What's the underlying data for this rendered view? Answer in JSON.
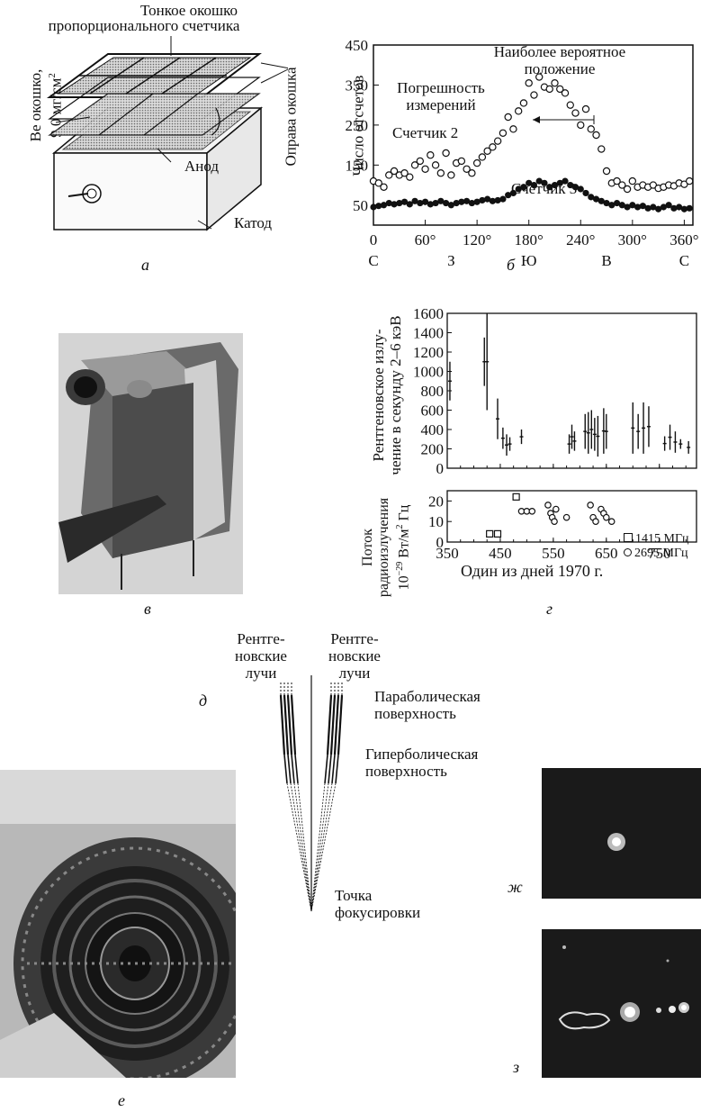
{
  "panel_a": {
    "caption": "а",
    "label_window_line1": "Тонкое окошко",
    "label_window_line2": "пропорционального счетчика",
    "label_be_window_line1": "Ве окошко,",
    "label_be_window_line2": "9.0 мг/см",
    "label_be_window_sup": "2",
    "label_frame": "Оправа окошка",
    "label_anode": "Анод",
    "label_cathode": "Катод"
  },
  "panel_b": {
    "caption": "б",
    "ylabel": "Число отсчетов",
    "annotation_most_probable_line1": "Наиболее вероятное",
    "annotation_most_probable_line2": "положение",
    "annotation_error_line1": "Погрешность",
    "annotation_error_line2": "измерений",
    "annotation_counter2": "Счетчик 2",
    "annotation_counter3": "Счетчик 3",
    "direction_labels": [
      "С",
      "З",
      "Ю",
      "В",
      "С"
    ]
  },
  "panel_v": {
    "caption": "в"
  },
  "panel_g": {
    "caption": "г",
    "top_ylabel_line1": "Рентгеновское излу-",
    "top_ylabel_line2": "чение в секунду 2–6 кэВ",
    "bottom_ylabel_line1": "Поток",
    "bottom_ylabel_line2": "радиоизлучения",
    "bottom_ylabel_line3": "10",
    "bottom_ylabel_sup": "−29",
    "bottom_ylabel_line3b": " Вт/м",
    "bottom_ylabel_sup2": "2",
    "bottom_ylabel_line3c": " Гц",
    "xlabel": "Один из дней 1970 г.",
    "legend_square": "1415 МГц",
    "legend_circle": "2695 МГц"
  },
  "panel_d": {
    "caption": "д",
    "rays_left_line1": "Рентге-",
    "rays_left_line2": "новские",
    "rays_left_line3": "лучи",
    "rays_right_line1": "Рентге-",
    "rays_right_line2": "новские",
    "rays_right_line3": "лучи",
    "parabolic_line1": "Параболическая",
    "parabolic_line2": "поверхность",
    "hyperbolic_line1": "Гиперболическая",
    "hyperbolic_line2": "поверхность",
    "focus_line1": "Точка",
    "focus_line2": "фокусировки"
  },
  "panel_e": {
    "caption": "е"
  },
  "panel_zh": {
    "caption": "ж"
  },
  "panel_z": {
    "caption": "з"
  },
  "chart_data": [
    {
      "type": "scatter",
      "title": "",
      "xlabel": "",
      "ylabel": "Число отсчетов",
      "xlim": [
        0,
        370
      ],
      "ylim": [
        0,
        450
      ],
      "xticks": [
        0,
        60,
        120,
        180,
        240,
        300,
        360
      ],
      "xtick_labels": [
        "0",
        "60°",
        "120°",
        "180°",
        "240°",
        "300°",
        "360°"
      ],
      "yticks": [
        50,
        150,
        250,
        350,
        450
      ],
      "grid": false,
      "series": [
        {
          "name": "Счетчик 2",
          "marker": "open-circle",
          "x": [
            0,
            6,
            12,
            18,
            24,
            30,
            36,
            42,
            48,
            54,
            60,
            66,
            72,
            78,
            84,
            90,
            96,
            102,
            108,
            114,
            120,
            126,
            132,
            138,
            144,
            150,
            156,
            162,
            168,
            174,
            180,
            186,
            192,
            198,
            204,
            210,
            216,
            222,
            228,
            234,
            240,
            246,
            252,
            258,
            264,
            270,
            276,
            282,
            288,
            294,
            300,
            306,
            312,
            318,
            324,
            330,
            336,
            342,
            348,
            354,
            360,
            366
          ],
          "y": [
            110,
            105,
            95,
            125,
            135,
            125,
            130,
            120,
            150,
            160,
            140,
            175,
            150,
            130,
            180,
            125,
            155,
            160,
            140,
            130,
            155,
            170,
            185,
            195,
            210,
            230,
            270,
            240,
            285,
            305,
            355,
            325,
            370,
            345,
            340,
            355,
            340,
            330,
            300,
            280,
            250,
            290,
            240,
            225,
            190,
            135,
            105,
            110,
            100,
            90,
            110,
            95,
            100,
            95,
            100,
            92,
            95,
            100,
            98,
            105,
            102,
            110
          ]
        },
        {
          "name": "Счетчик 3",
          "marker": "filled-circle",
          "x": [
            0,
            6,
            12,
            18,
            24,
            30,
            36,
            42,
            48,
            54,
            60,
            66,
            72,
            78,
            84,
            90,
            96,
            102,
            108,
            114,
            120,
            126,
            132,
            138,
            144,
            150,
            156,
            162,
            168,
            174,
            180,
            186,
            192,
            198,
            204,
            210,
            216,
            222,
            228,
            234,
            240,
            246,
            252,
            258,
            264,
            270,
            276,
            282,
            288,
            294,
            300,
            306,
            312,
            318,
            324,
            330,
            336,
            342,
            348,
            354,
            360,
            366
          ],
          "y": [
            45,
            48,
            50,
            55,
            52,
            55,
            58,
            52,
            60,
            55,
            58,
            52,
            55,
            60,
            55,
            50,
            55,
            58,
            60,
            55,
            58,
            62,
            65,
            60,
            62,
            65,
            75,
            80,
            90,
            95,
            105,
            100,
            110,
            105,
            95,
            100,
            105,
            110,
            100,
            95,
            90,
            80,
            70,
            65,
            60,
            55,
            50,
            55,
            50,
            45,
            50,
            45,
            48,
            42,
            45,
            40,
            45,
            50,
            42,
            45,
            40,
            42
          ]
        }
      ],
      "direction_labels": [
        "С",
        "З",
        "Ю",
        "В",
        "С"
      ]
    },
    {
      "type": "scatter",
      "title": "",
      "xlabel": "Один из дней 1970 г.",
      "ylabel": "Рентгеновское излучение в секунду 2–6 кэВ",
      "xlim": [
        350,
        820
      ],
      "ylim": [
        0,
        1600
      ],
      "xticks": [
        350,
        450,
        550,
        650,
        750
      ],
      "yticks": [
        0,
        200,
        400,
        600,
        800,
        1000,
        1200,
        1400,
        1600
      ],
      "grid": false,
      "error_bars": [
        {
          "x": 355,
          "low": 700,
          "high": 1100
        },
        {
          "x": 420,
          "low": 850,
          "high": 1350
        },
        {
          "x": 425,
          "low": 600,
          "high": 1600
        },
        {
          "x": 445,
          "low": 300,
          "high": 720
        },
        {
          "x": 455,
          "low": 200,
          "high": 420
        },
        {
          "x": 462,
          "low": 130,
          "high": 350
        },
        {
          "x": 468,
          "low": 180,
          "high": 320
        },
        {
          "x": 490,
          "low": 250,
          "high": 400
        },
        {
          "x": 580,
          "low": 150,
          "high": 350
        },
        {
          "x": 585,
          "low": 200,
          "high": 450
        },
        {
          "x": 590,
          "low": 180,
          "high": 380
        },
        {
          "x": 610,
          "low": 200,
          "high": 560
        },
        {
          "x": 616,
          "low": 150,
          "high": 580
        },
        {
          "x": 622,
          "low": 200,
          "high": 600
        },
        {
          "x": 628,
          "low": 180,
          "high": 520
        },
        {
          "x": 634,
          "low": 120,
          "high": 540
        },
        {
          "x": 645,
          "low": 150,
          "high": 620
        },
        {
          "x": 650,
          "low": 200,
          "high": 560
        },
        {
          "x": 700,
          "low": 150,
          "high": 680
        },
        {
          "x": 710,
          "low": 200,
          "high": 560
        },
        {
          "x": 720,
          "low": 150,
          "high": 680
        },
        {
          "x": 730,
          "low": 220,
          "high": 640
        },
        {
          "x": 760,
          "low": 180,
          "high": 330
        },
        {
          "x": 770,
          "low": 190,
          "high": 450
        },
        {
          "x": 780,
          "low": 160,
          "high": 380
        },
        {
          "x": 790,
          "low": 200,
          "high": 300
        },
        {
          "x": 805,
          "low": 150,
          "high": 280
        }
      ]
    },
    {
      "type": "scatter",
      "title": "",
      "xlabel": "Один из дней 1970 г.",
      "ylabel": "Поток радиоизлучения 10^−29 Вт/м² Гц",
      "xlim": [
        350,
        820
      ],
      "ylim": [
        0,
        25
      ],
      "xticks": [
        350,
        450,
        550,
        650,
        750
      ],
      "yticks": [
        0,
        10,
        20
      ],
      "grid": false,
      "legend_position": "right",
      "series": [
        {
          "name": "1415 МГц",
          "marker": "open-square",
          "x": [
            430,
            445,
            480
          ],
          "y": [
            4,
            4,
            22
          ]
        },
        {
          "name": "2695 МГц",
          "marker": "open-circle",
          "x": [
            490,
            500,
            510,
            540,
            545,
            548,
            552,
            555,
            575,
            620,
            625,
            630,
            640,
            645,
            650,
            660
          ],
          "y": [
            15,
            15,
            15,
            18,
            14,
            12,
            10,
            16,
            12,
            18,
            12,
            10,
            16,
            14,
            12,
            10
          ]
        }
      ]
    }
  ]
}
